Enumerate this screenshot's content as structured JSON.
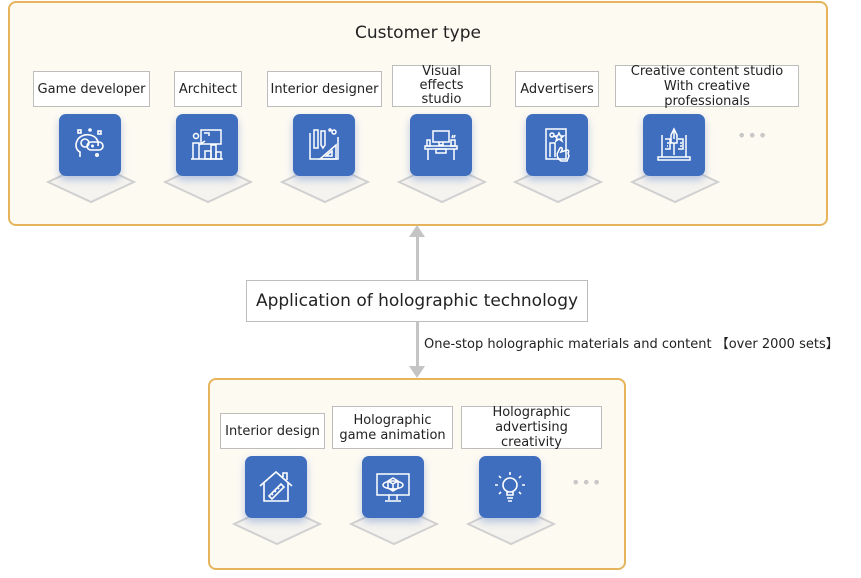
{
  "top": {
    "title": "Customer type",
    "items": [
      {
        "label": "Game developer",
        "icon": "gamepad-brain-icon"
      },
      {
        "label": "Architect",
        "icon": "architect-icon"
      },
      {
        "label": "Interior designer",
        "icon": "drafting-tools-icon"
      },
      {
        "label": "Visual effects studio",
        "icon": "computer-desk-icon"
      },
      {
        "label": "Advertisers",
        "icon": "billboard-touch-icon"
      },
      {
        "label": "Creative content studio With creative professionals",
        "icon": "pen-book-icon"
      }
    ],
    "more": "•••"
  },
  "center": {
    "label": "Application of holographic technology",
    "edge_label": "One-stop holographic materials and content 【over 2000 sets】"
  },
  "bottom": {
    "items": [
      {
        "label": "Interior design",
        "icon": "house-ruler-icon"
      },
      {
        "label": "Holographic game animation",
        "icon": "monitor-cube-icon"
      },
      {
        "label": "Holographic advertising creativity",
        "icon": "lightbulb-icon"
      }
    ],
    "more": "•••"
  },
  "colors": {
    "accent": "#3f6ebf",
    "panel_border": "#e6b45c",
    "panel_bg": "#fdfaf2",
    "connector": "#c4c4c4"
  }
}
